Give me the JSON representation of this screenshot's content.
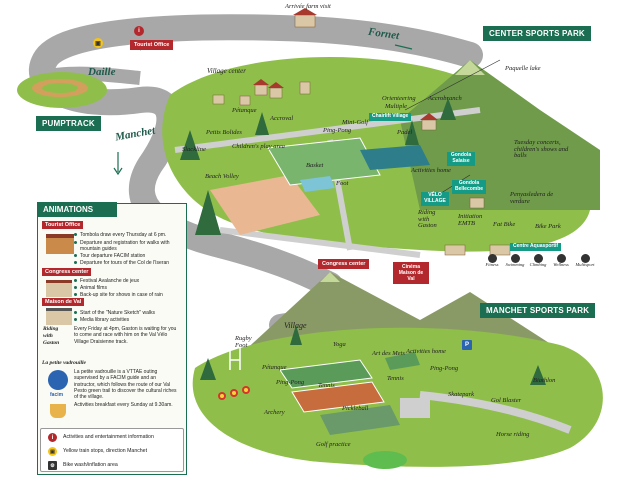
{
  "places": {
    "arrival": "Arrivée farm visit",
    "tourist_office": "Tourist Office",
    "village_center": "Village center",
    "petanque": "Pétanque",
    "petits_bolides": "Petits Bolides",
    "accrovol": "Accroval",
    "ping_pong_1": "Ping-Pong",
    "mini_golf": "Mini-Golf",
    "orienteering": "Orienteering",
    "multiple": "Multiple",
    "accrobranch": "Accrobranch",
    "chairlift_village": "Chairlift Village",
    "padel": "Padel",
    "gondola_salaise": "Gondola Salaise",
    "paquelle_lake": "Paquelle lake",
    "childrens_play_area": "Children's play area",
    "slackline": "Slackline",
    "basket": "Basket",
    "foot": "Foot",
    "activities_home_1": "Activities home",
    "tuesday": "Tuesday concerts, children's shows and balls",
    "beach_volley": "Beach Volley",
    "velo_village": "VÉLO VILLAGE",
    "gondola_bellecombe": "Gondola Bellecombe",
    "riding_with_swiss": "Riding with Gaston",
    "initiation_emtb": "Initiation EMTB",
    "fat_bike": "Fat Bike",
    "bike_park": "Bike Park",
    "peny": "Penyasledera de verdure",
    "congress_center_bld": "Congress center",
    "cinema": "Cinéma Maison de Val",
    "centre_aquasportif": "Centre Aquasportif",
    "village_manchet": "Village",
    "yoga": "Yoga",
    "art_des_mets": "Art des Mets",
    "activities_home_2": "Activities home",
    "rugby_foot": "Rugby Foot",
    "pitangue": "Pétanque",
    "ping_pong_2": "Ping-Pong",
    "ping_pong_3": "Ping-Pong",
    "tennis_1": "Tennis",
    "tennis_2": "Tennis",
    "pickleball": "Pickleball",
    "skatepark": "Skatepark",
    "gol_blaster": "Gol Blaster",
    "biathlon": "Biathlon",
    "archery": "Archery",
    "golf_practice": "Golf practice",
    "horse_riding": "Horse riding"
  },
  "roads": {
    "fornet": "Fornet",
    "daille": "Daille",
    "manchet": "Manchet"
  },
  "banners": {
    "center": "CENTER SPORTS PARK",
    "pumptrack": "PUMPTRACK",
    "manchet": "MANCHET SPORTS PARK"
  },
  "sport_icons": [
    "Fitness",
    "Swimming",
    "Climbing",
    "Wellness",
    "Multisport"
  ],
  "animations": {
    "title": "ANIMATIONS",
    "sections": [
      {
        "tag": "Tourist Office",
        "lines": [
          "Tombola draw every Thursday at 6 pm.",
          "Departure and registration for walks with",
          "mountain guides",
          "Tour departure FACIM station",
          "Departure for tours of the Col de l'Iseran"
        ]
      },
      {
        "tag": "Congress center",
        "lines": [
          "Festival Avalanche de jeux",
          "Animal films",
          "Back-up site for shows in case of rain"
        ]
      },
      {
        "tag": "Maison de Val",
        "lines": [
          "Start of the \"Nature Sketch\" walks",
          "Media library activities"
        ]
      }
    ],
    "riding_label": "Riding with Gaston",
    "riding_text": "Every Friday at 4pm, Gaston is waiting for you to come and race with him on the Val Vélo Village Draisienne track.",
    "vadrouille_title": "La petite vadrouille",
    "vadrouille_text": "La petite vadrouille is a VTTAE outing supervised by a FACIM guide and an instructor, which follows the route of our Val Pesto green trail to discover the cultural riches of the village.",
    "facim": "facim",
    "breakfast": "Activities breakfast every Sunday at 9.30am."
  },
  "legend": {
    "items": [
      "Activities and entertainment information",
      "Yellow train stops, direction Manchet",
      "Bike wash/inflation area"
    ]
  },
  "colors": {
    "green_dark": "#1b6e52",
    "teal": "#159a86",
    "red": "#b3282d",
    "grass": "#8fbf4a",
    "road": "#a8a8a8"
  }
}
